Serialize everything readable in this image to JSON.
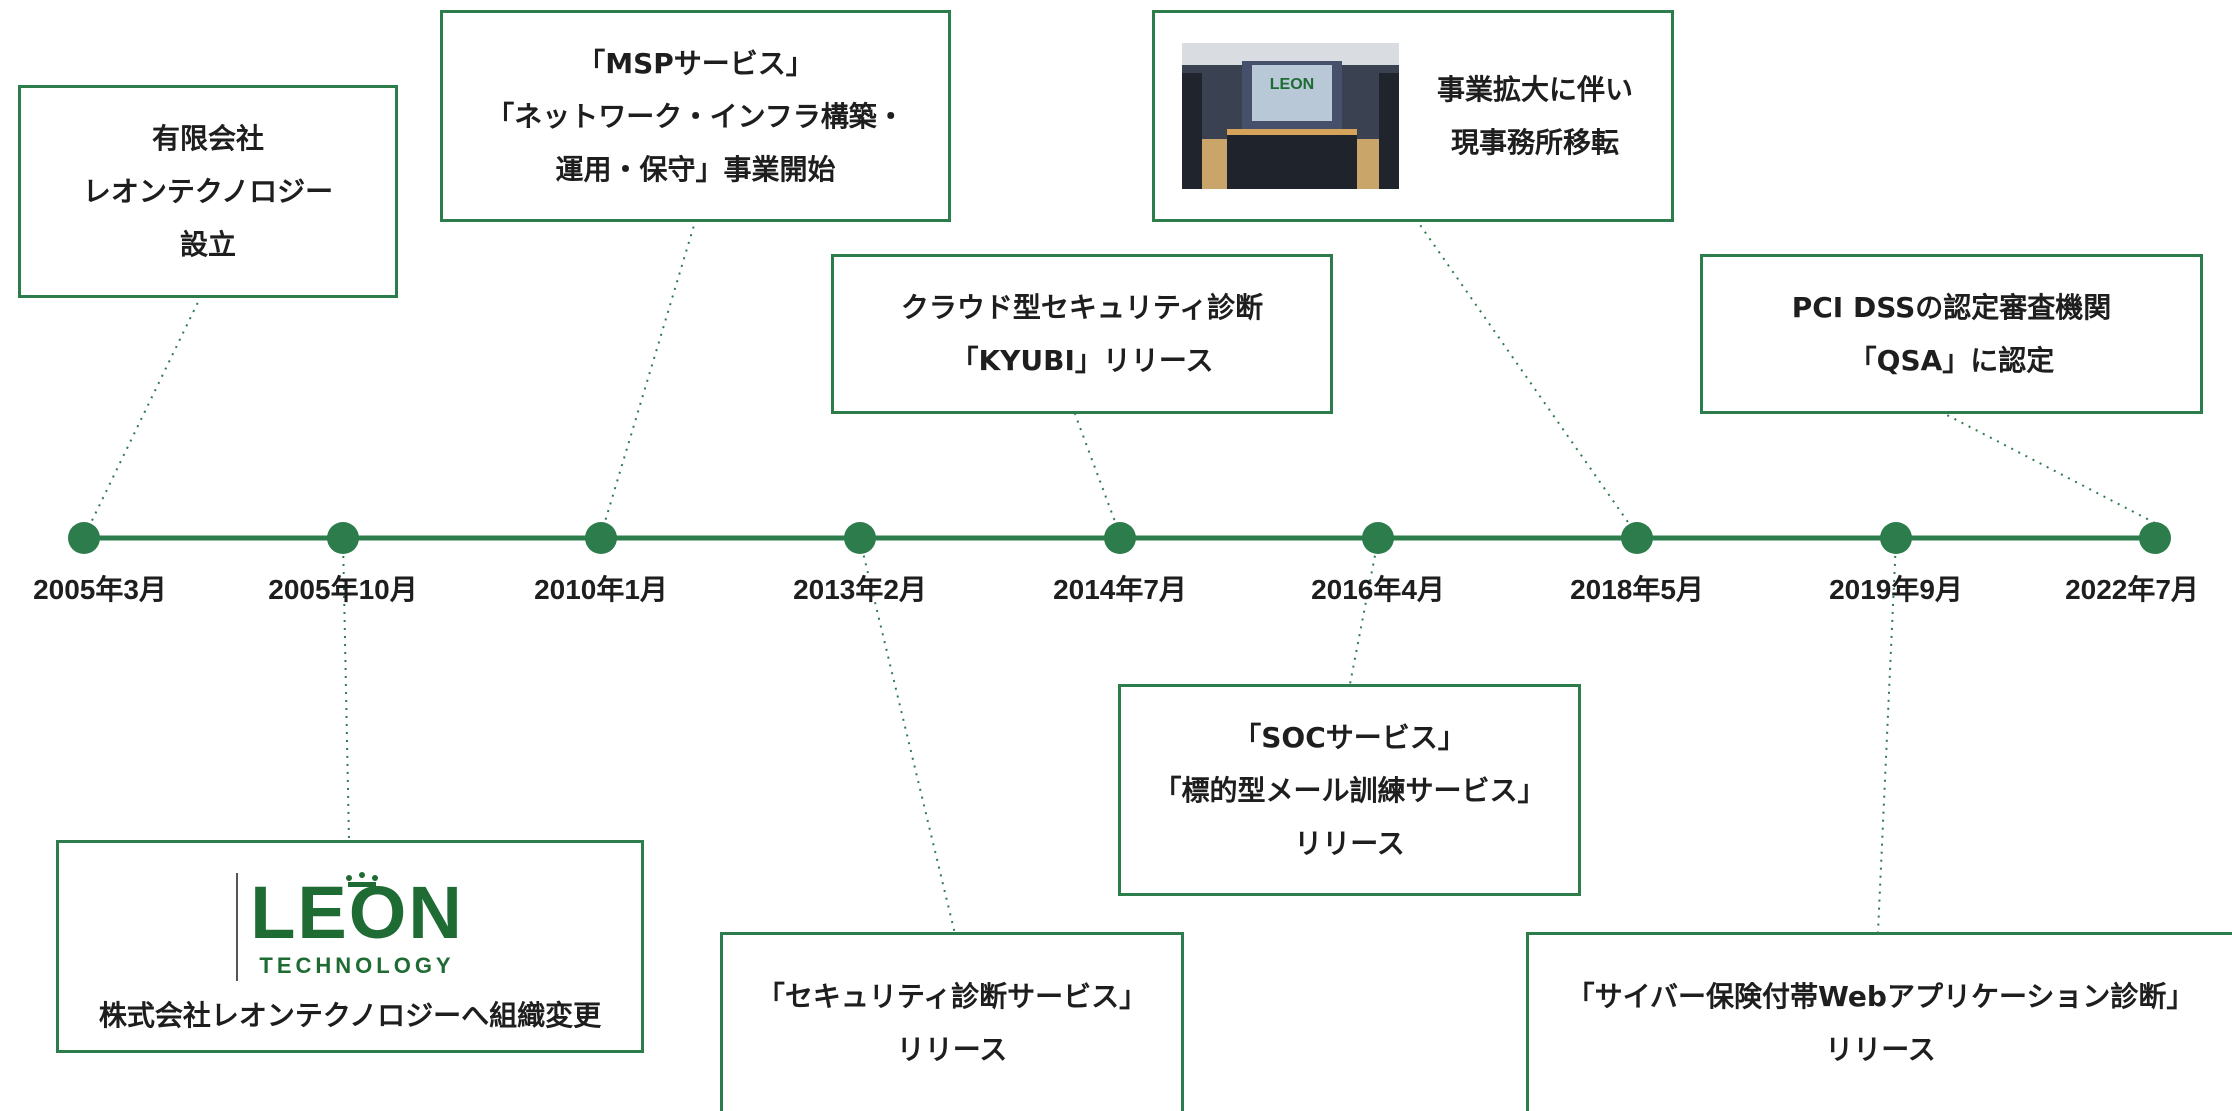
{
  "timeline": {
    "line_color": "#2d7c4c",
    "dates": [
      "2005年3月",
      "2005年10月",
      "2010年1月",
      "2013年2月",
      "2014年7月",
      "2016年4月",
      "2018年5月",
      "2019年9月",
      "2022年7月"
    ]
  },
  "events": {
    "e1": [
      "有限会社",
      "レオンテクノロジー",
      "設立"
    ],
    "e2": {
      "logo_word": "LEON",
      "logo_sub": "TECHNOLOGY",
      "caption": "株式会社レオンテクノロジーへ組織変更"
    },
    "e3": [
      "「MSPサービス」",
      "「ネットワーク・インフラ構築・",
      "運用・保守」事業開始"
    ],
    "e4": [
      "「セキュリティ診断サービス」",
      "リリース"
    ],
    "e5": [
      "クラウド型セキュリティ診断",
      "「KYUBI」リリース"
    ],
    "e6": [
      "「SOCサービス」",
      "「標的型メール訓練サービス」",
      "リリース"
    ],
    "e7": {
      "photo_sign": "LEON",
      "lines": [
        "事業拡大に伴い",
        "現事務所移転"
      ]
    },
    "e8": [
      "「サイバー保険付帯Webアプリケーション診断」",
      "リリース"
    ],
    "e9": [
      "PCI DSSの認定審査機関",
      "「QSA」に認定"
    ]
  }
}
